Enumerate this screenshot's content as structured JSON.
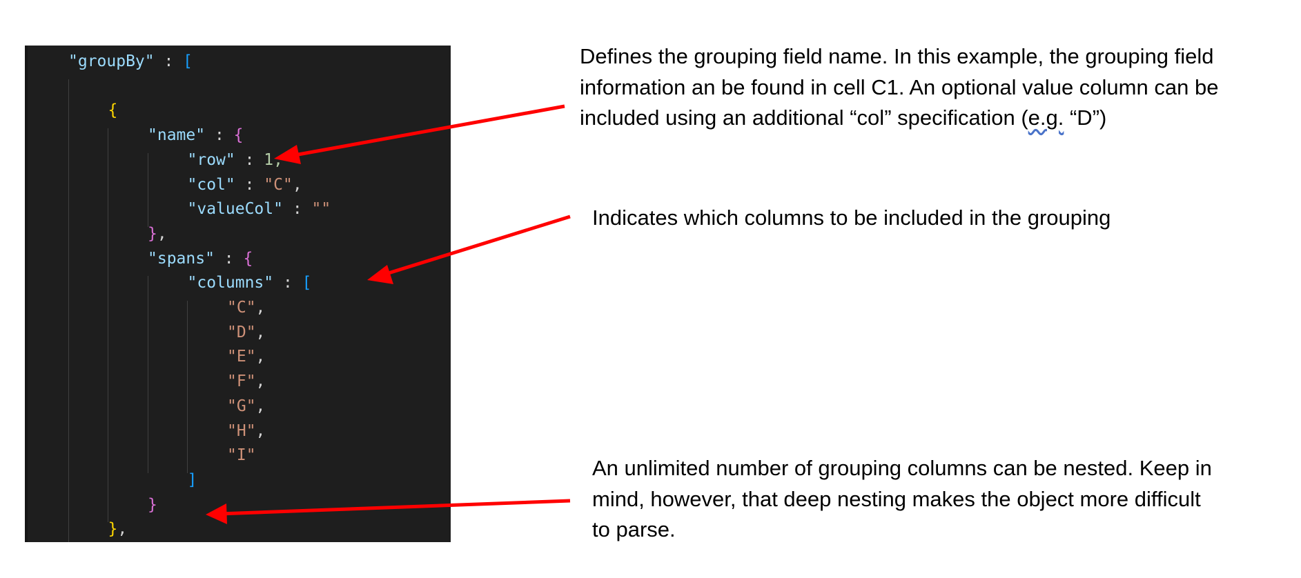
{
  "editor": {
    "code_lines": [
      [
        {
          "t": "\"groupBy\"",
          "c": "key"
        },
        {
          "t": " : ",
          "c": "p"
        },
        {
          "t": "[",
          "c": "blue"
        }
      ],
      [],
      [
        {
          "t": "{",
          "c": "gold"
        }
      ],
      [
        {
          "t": "\"name\"",
          "c": "key"
        },
        {
          "t": " : ",
          "c": "p"
        },
        {
          "t": "{",
          "c": "pink"
        }
      ],
      [
        {
          "t": "\"row\"",
          "c": "key"
        },
        {
          "t": " : ",
          "c": "p"
        },
        {
          "t": "1,",
          "c": "num"
        }
      ],
      [
        {
          "t": "\"col\"",
          "c": "key"
        },
        {
          "t": " : ",
          "c": "p"
        },
        {
          "t": "\"C\"",
          "c": "str"
        },
        {
          "t": ",",
          "c": "p"
        }
      ],
      [
        {
          "t": "\"valueCol\"",
          "c": "key"
        },
        {
          "t": " : ",
          "c": "p"
        },
        {
          "t": "\"\"",
          "c": "str"
        }
      ],
      [
        {
          "t": "}",
          "c": "pink"
        },
        {
          "t": ",",
          "c": "p"
        }
      ],
      [
        {
          "t": "\"spans\"",
          "c": "key"
        },
        {
          "t": " : ",
          "c": "p"
        },
        {
          "t": "{",
          "c": "pink"
        }
      ],
      [
        {
          "t": "\"columns\"",
          "c": "key"
        },
        {
          "t": " : ",
          "c": "p"
        },
        {
          "t": "[",
          "c": "blue"
        }
      ],
      [
        {
          "t": "\"C\"",
          "c": "str"
        },
        {
          "t": ",",
          "c": "p"
        }
      ],
      [
        {
          "t": "\"D\"",
          "c": "str"
        },
        {
          "t": ",",
          "c": "p"
        }
      ],
      [
        {
          "t": "\"E\"",
          "c": "str"
        },
        {
          "t": ",",
          "c": "p"
        }
      ],
      [
        {
          "t": "\"F\"",
          "c": "str"
        },
        {
          "t": ",",
          "c": "p"
        }
      ],
      [
        {
          "t": "\"G\"",
          "c": "str"
        },
        {
          "t": ",",
          "c": "p"
        }
      ],
      [
        {
          "t": "\"H\"",
          "c": "str"
        },
        {
          "t": ",",
          "c": "p"
        }
      ],
      [
        {
          "t": "\"I\"",
          "c": "str"
        }
      ],
      [
        {
          "t": "]",
          "c": "blue"
        }
      ],
      [
        {
          "t": "}",
          "c": "pink"
        }
      ],
      [
        {
          "t": "}",
          "c": "gold"
        },
        {
          "t": ",",
          "c": "p"
        }
      ],
      [
        {
          "t": "{",
          "c": "gold"
        }
      ]
    ],
    "line_indents": [
      0,
      0,
      1,
      2,
      3,
      3,
      3,
      2,
      2,
      3,
      4,
      4,
      4,
      4,
      4,
      4,
      4,
      3,
      2,
      1,
      1
    ]
  },
  "annotations": {
    "grouping_name": {
      "line1": "Defines the grouping field name.  In this example, the grouping field",
      "line2": "information an be found in cell C1.  An optional value column can be",
      "line3_pre": "included using an additional “col” specification (",
      "line3_sq": "e.g.",
      "line3_post": " “D”)"
    },
    "spans": {
      "line1": "Indicates which columns to be included in the grouping"
    },
    "nesting": {
      "line1": "An unlimited number of grouping columns can be nested.  Keep in",
      "line2": "mind, however, that deep nesting makes the object more difficult",
      "line3": "to parse."
    }
  },
  "colors": {
    "arrow": "#ff0000",
    "editor_background": "#1e1e1e"
  }
}
